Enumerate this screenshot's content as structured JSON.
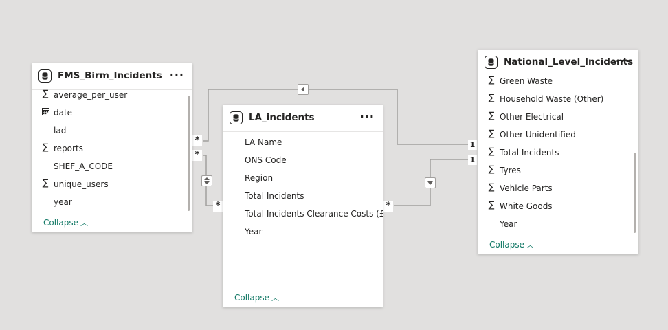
{
  "tables": {
    "fms": {
      "title": "FMS_Birm_Incidents",
      "fields": [
        {
          "icon": "sigma-icon",
          "label": "average_per_user"
        },
        {
          "icon": "calendar-icon",
          "label": "date"
        },
        {
          "icon": "none",
          "label": "lad"
        },
        {
          "icon": "sigma-icon",
          "label": "reports"
        },
        {
          "icon": "none",
          "label": "SHEF_A_CODE"
        },
        {
          "icon": "sigma-icon",
          "label": "unique_users"
        },
        {
          "icon": "none",
          "label": "year"
        }
      ],
      "collapse_label": "Collapse"
    },
    "la": {
      "title": "LA_incidents",
      "fields": [
        {
          "icon": "none",
          "label": "LA Name"
        },
        {
          "icon": "none",
          "label": "ONS Code"
        },
        {
          "icon": "none",
          "label": "Region"
        },
        {
          "icon": "none",
          "label": "Total Incidents"
        },
        {
          "icon": "none",
          "label": "Total Incidents Clearance Costs (£)"
        },
        {
          "icon": "none",
          "label": "Year"
        }
      ],
      "collapse_label": "Collapse"
    },
    "national": {
      "title": "National_Level_Incidents",
      "fields": [
        {
          "icon": "sigma-icon",
          "label": "Green Waste"
        },
        {
          "icon": "sigma-icon",
          "label": "Household Waste (Other)"
        },
        {
          "icon": "sigma-icon",
          "label": "Other Electrical"
        },
        {
          "icon": "sigma-icon",
          "label": "Other Unidentified"
        },
        {
          "icon": "sigma-icon",
          "label": "Total Incidents"
        },
        {
          "icon": "sigma-icon",
          "label": "Tyres"
        },
        {
          "icon": "sigma-icon",
          "label": "Vehicle Parts"
        },
        {
          "icon": "sigma-icon",
          "label": "White Goods"
        },
        {
          "icon": "none",
          "label": "Year"
        }
      ],
      "collapse_label": "Collapse"
    }
  },
  "more_label": "···",
  "relationships": {
    "many_symbol": "*",
    "one_symbol": "1"
  },
  "colors": {
    "canvas": "#e1e0df",
    "line": "#a19f9d",
    "link": "#117865"
  }
}
